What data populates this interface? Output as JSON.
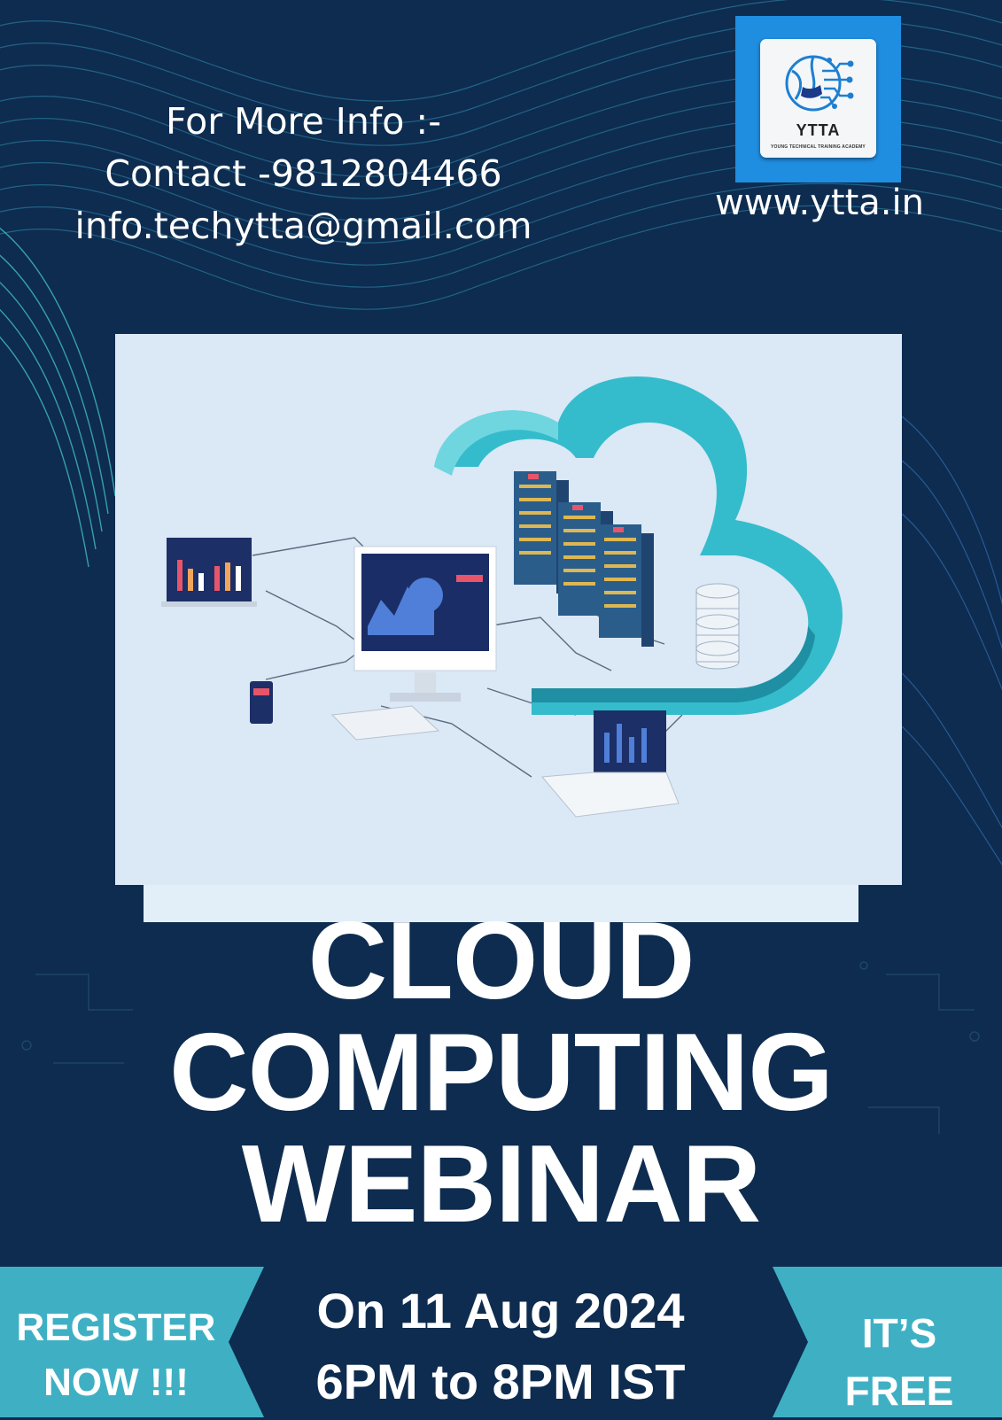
{
  "contact": {
    "line1": "For More Info :-",
    "line2": "Contact -9812804466",
    "line3": "info.techytta@gmail.com"
  },
  "logo": {
    "name": "YTTA",
    "subtitle": "YOUNG TECHNICAL TRAINING ACADEMY",
    "icon": "globe-circuit-icon"
  },
  "website": "www.ytta.in",
  "illustration": {
    "icon": "cloud-computing-illustration"
  },
  "title": {
    "line1": "CLOUD",
    "line2": "COMPUTING",
    "line3": "WEBINAR"
  },
  "footer": {
    "register_line1": "REGISTER",
    "register_line2": "NOW !!!",
    "date_line1": "On 11 Aug 2024",
    "date_line2": "6PM to 8PM IST",
    "free_line1": "IT’S",
    "free_line2": "FREE"
  },
  "colors": {
    "background": "#0e2c4f",
    "banner_teal": "#3fb0c4",
    "logo_blue": "#1f8de0",
    "cloud_teal": "#35bccc",
    "text": "#ffffff"
  }
}
